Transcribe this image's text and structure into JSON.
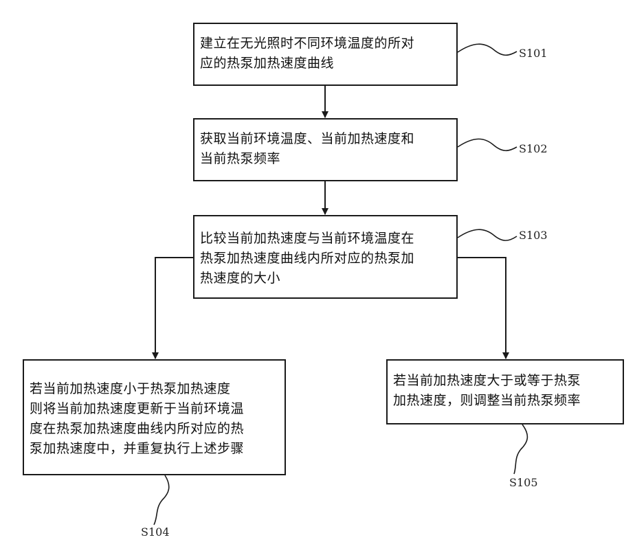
{
  "steps": {
    "s101": {
      "lines": [
        "建立在无光照时不同环境温度的所对",
        "应的热泵加热速度曲线"
      ],
      "label": "S101"
    },
    "s102": {
      "lines": [
        "获取当前环境温度、当前加热速度和",
        "当前热泵频率"
      ],
      "label": "S102"
    },
    "s103": {
      "lines": [
        "比较当前加热速度与当前环境温度在",
        "热泵加热速度曲线内所对应的热泵加",
        "热速度的大小"
      ],
      "label": "S103"
    },
    "s104": {
      "lines": [
        "若当前加热速度小于热泵加热速度",
        "则将当前加热速度更新于当前环境温",
        "度在热泵加热速度曲线内所对应的热",
        "泵加热速度中，并重复执行上述步骤"
      ],
      "label": "S104"
    },
    "s105": {
      "lines": [
        "若当前加热速度大于或等于热泵",
        "加热速度，则调整当前热泵频率"
      ],
      "label": "S105"
    }
  },
  "colors": {
    "stroke": "#1a1a1a",
    "background": "#ffffff"
  }
}
